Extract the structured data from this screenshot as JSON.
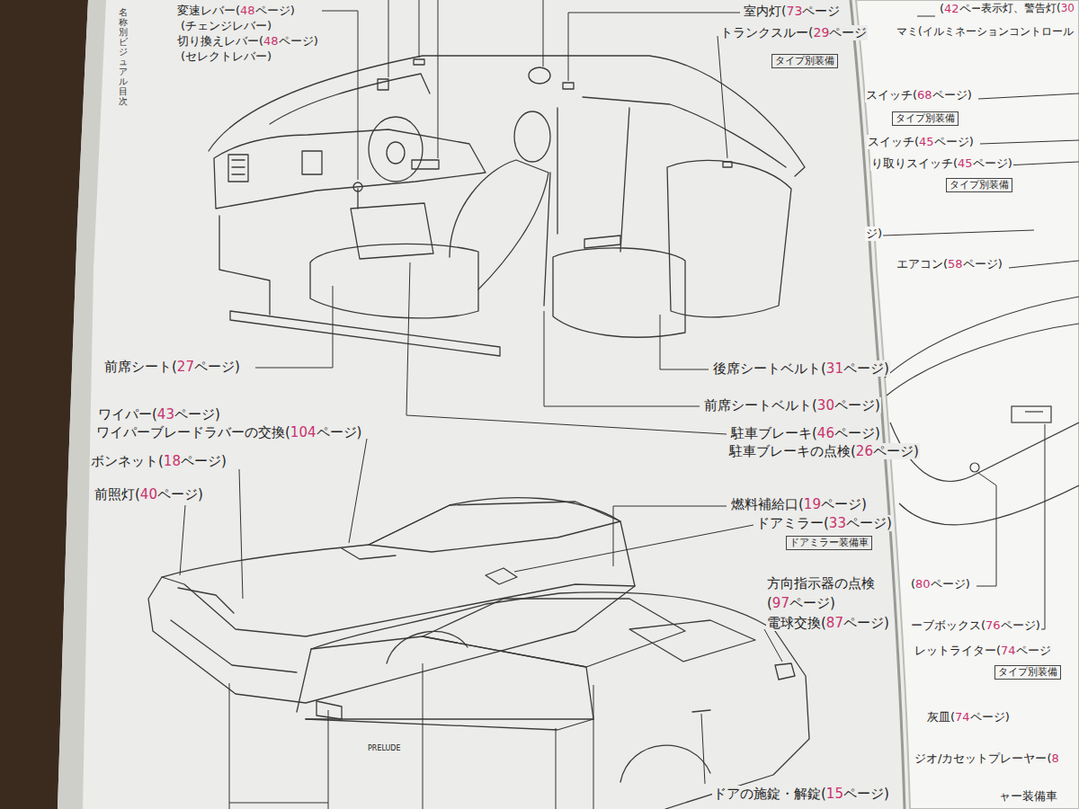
{
  "diagram": {
    "nodes": [
      {
        "text": [
          "タイプ別装備"
        ]
      },
      {
        "text": [
          "ドアミラー装備車"
        ]
      },
      {
        "text": [
          "タイプ別装備"
        ]
      },
      {
        "text": [
          "タイプ別装備"
        ]
      },
      {
        "text": [
          "タイプ別装備"
        ]
      }
    ],
    "labels": [
      "名称別ビジュアル目次",
      "変速レバー(48ページ)",
      "(チェンジレバー)",
      "切り換えレバー(48ページ)",
      "(セレクトレバー)",
      "室内灯(73ページ",
      "トランクスルー(29ページ",
      "前席シート(27ページ)",
      "後席シートベルト(31ページ)",
      "前席シートベルト(30ページ)",
      "駐車ブレーキ(46ページ)",
      "駐車ブレーキの点検(26ページ)",
      "ワイパー(43ページ)",
      "ワイパーブレードラバーの交換(104ページ)",
      "ボンネット(18ページ)",
      "前照灯(40ページ)",
      "燃料補給口(19ページ)",
      "ドアミラー(33ページ)",
      "方向指示器の点検",
      "(97ページ)",
      "電球交換(87ページ)",
      "ドアの施錠・解錠(15ページ)",
      "PRELUDE",
      "(42ページ)",
      "表示灯、警告灯(30",
      "マミ(イルミネーションコントロール",
      "スイッチ(68ページ)",
      "スイッチ(45ページ)",
      "り取りスイッチ(45ページ)",
      "ジ)",
      "エアコン(58ページ)",
      "(80ページ)",
      "ーブボックス(76ページ)",
      "レットライター(74ページ",
      "灰皿(74ページ)",
      "ジオ/カセットプレーヤー(8",
      "ャー装備車"
    ]
  }
}
